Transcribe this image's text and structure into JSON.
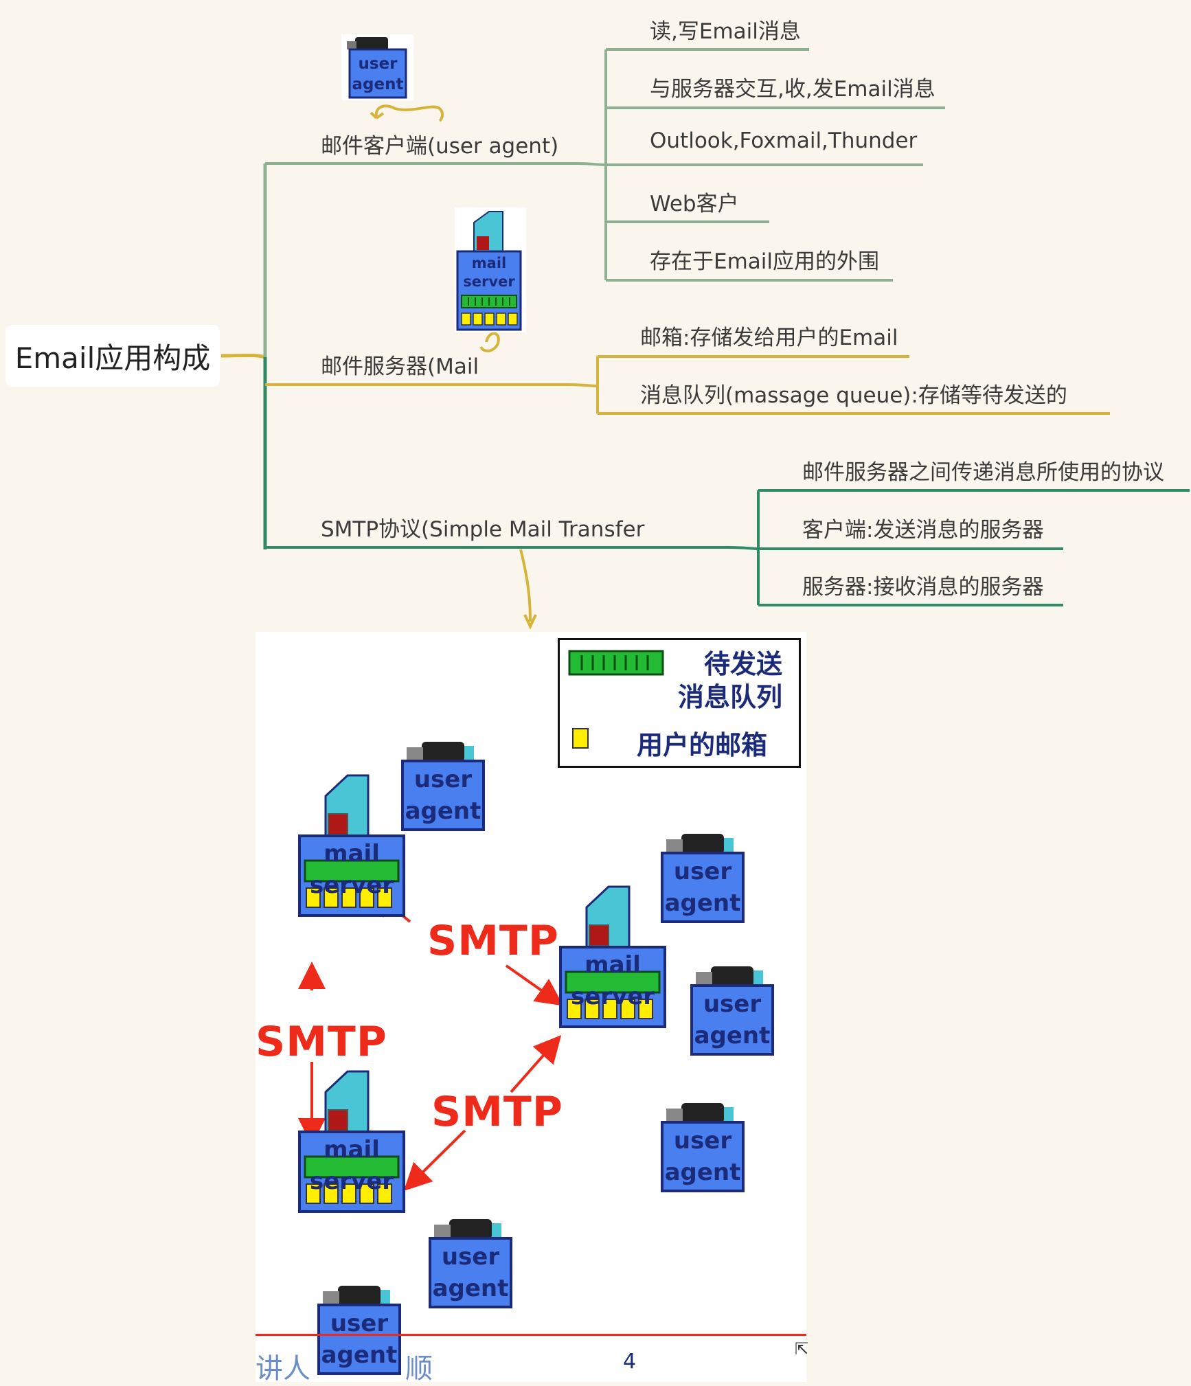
{
  "mindmap": {
    "root": "Email应用构成",
    "branches": [
      {
        "label": "邮件客户端(user agent)",
        "color": "#8fb193",
        "children": [
          "读,写Email消息",
          "与服务器交互,收,发Email消息",
          "Outlook,Foxmail,Thunder",
          "Web客户",
          "存在于Email应用的外围"
        ]
      },
      {
        "label": "邮件服务器(Mail",
        "color": "#d6b33a",
        "children": [
          "邮箱:存储发给用户的Email",
          "消息队列(massage queue):存储等待发送的"
        ]
      },
      {
        "label": "SMTP协议(Simple Mail Transfer",
        "color": "#2f8a65",
        "children": [
          "邮件服务器之间传递消息所使用的协议",
          "客户端:发送消息的服务器",
          "服务器:接收消息的服务器"
        ]
      }
    ]
  },
  "icons": {
    "user_agent": {
      "line1": "user",
      "line2": "agent"
    },
    "mail_server": {
      "line1": "mail",
      "line2": "server"
    }
  },
  "slide": {
    "legend": {
      "queue_line1": "待发送",
      "queue_line2": "消息队列",
      "mailbox": "用户的邮箱"
    },
    "smtp": "SMTP",
    "footer_left": "讲人",
    "footer_left2": "顺",
    "page_number": "4"
  },
  "colors": {
    "background": "#faf6ee",
    "box_blue": "#4a7ff0",
    "queue_green": "#22bb33",
    "mailbox_yellow": "#ffee00",
    "smtp_red": "#ee2a1a",
    "ink_blue": "#1b2b7a"
  }
}
